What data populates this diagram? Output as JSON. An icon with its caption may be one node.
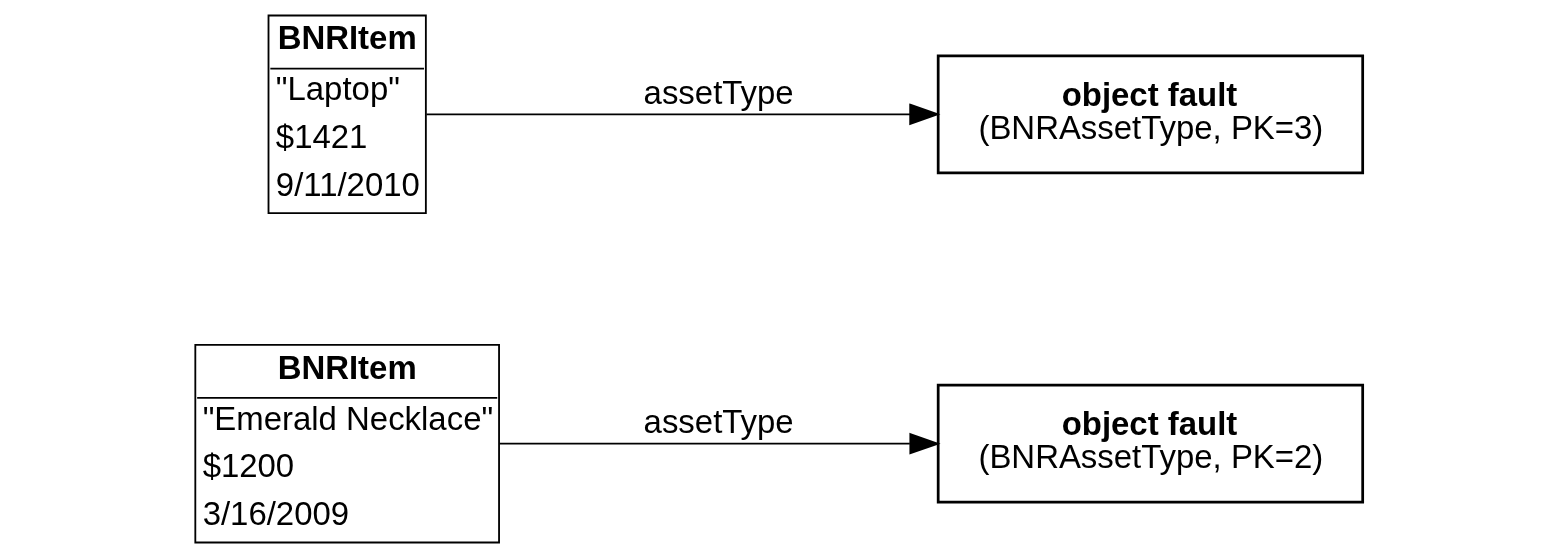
{
  "diagram": {
    "nodes": [
      {
        "text": [
          "BNRItem",
          "\"Emerald Necklace\"",
          "$1200",
          "3/16/2009"
        ]
      },
      {
        "text": [
          "object fault",
          "(BNRAssetType, PK=2)"
        ]
      },
      {
        "text": [
          "BNRItem",
          "\"Laptop\"",
          "$1421",
          "9/11/2010"
        ]
      },
      {
        "text": [
          "object fault",
          "(BNRAssetType, PK=3)"
        ]
      }
    ],
    "edges": [
      {
        "from": 0,
        "to": 1,
        "arrow": "to",
        "label": "assetType"
      },
      {
        "from": 2,
        "to": 3,
        "arrow": "to",
        "label": "assetType"
      }
    ]
  }
}
